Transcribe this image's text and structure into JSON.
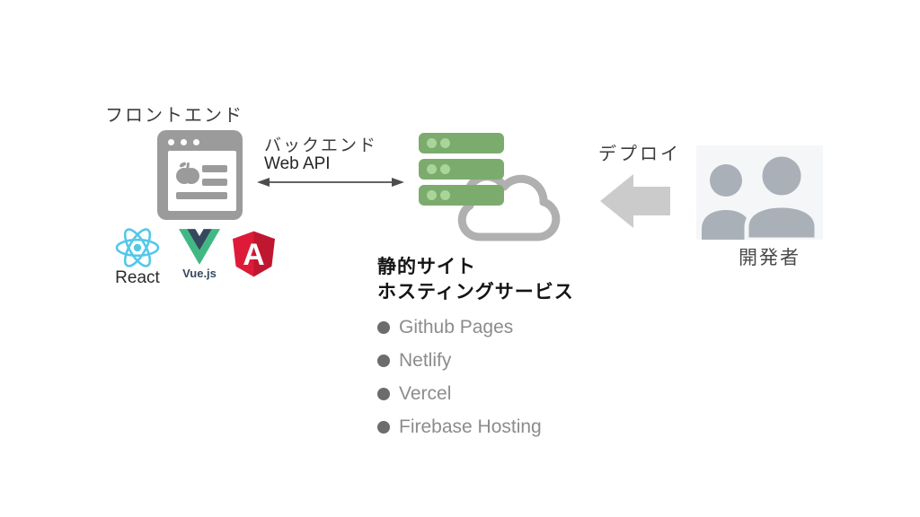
{
  "frontend": {
    "label": "フロントエンド",
    "frameworks": {
      "react_label": "React",
      "vue_label": "Vue.js",
      "angular_letter": "A"
    }
  },
  "backend": {
    "label": "バックエンド",
    "api_label": "Web API"
  },
  "hosting": {
    "title_line1": "静的サイト",
    "title_line2": "ホスティングサービス",
    "services": [
      "Github Pages",
      "Netlify",
      "Vercel",
      "Firebase Hosting"
    ]
  },
  "deploy": {
    "label": "デプロイ"
  },
  "developers": {
    "label": "開発者"
  },
  "icons": {
    "browser-icon": "gray browser window with apple and text lines",
    "apple-icon": "apple silhouette",
    "double-arrow-icon": "thin two-headed horizontal arrow",
    "server-icon": "three green server racks",
    "cloud-icon": "gray cloud outline",
    "block-arrow-icon": "thick left-pointing gray arrow",
    "developers-icon": "two person silhouettes",
    "react-icon": "atom logo",
    "vue-icon": "nested V logo",
    "angular-icon": "red shield with letter A",
    "bullet-icon": "filled gray circle"
  },
  "colors": {
    "server_green": "#7cab6e",
    "server_dot_green": "#a9d59b",
    "cloud_gray": "#b0b0b0",
    "browser_gray": "#9b9b9b",
    "block_arrow_gray": "#cbcbcb",
    "line_arrow_gray": "#4d4d4d",
    "react_blue": "#54c8e8",
    "vue_green": "#41B883",
    "vue_navy": "#35495E",
    "angular_red": "#dd1b38",
    "angular_red_dark": "#c01731",
    "developer_bg": "#f5f6f8",
    "developer_silhouette": "#a9b0b8",
    "list_text_gray": "#8c8c8c"
  }
}
